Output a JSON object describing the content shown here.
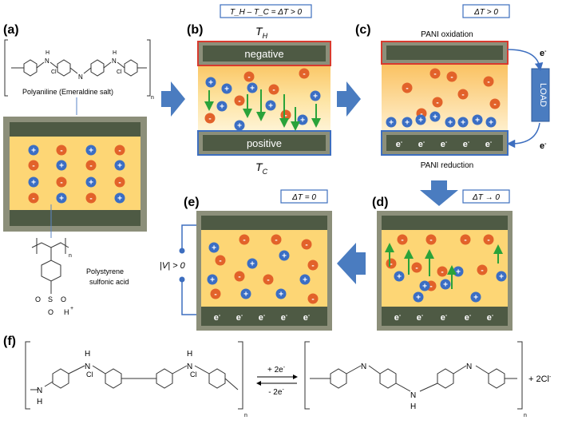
{
  "panel_labels": {
    "a": "(a)",
    "b": "(b)",
    "c": "(c)",
    "d": "(d)",
    "e": "(e)",
    "f": "(f)"
  },
  "panel_a": {
    "polymer_label": "Polyaniline (Emeraldine salt)",
    "pss_label_line1": "Polystyrene",
    "pss_label_line2": "sulfonic acid",
    "cl": "Cl",
    "n": "n",
    "h": "H",
    "nh": "N",
    "so3h_s": "S",
    "so3h_o": "O",
    "oh": "O",
    "hplus": "H",
    "cell_rows": [
      [
        "+",
        "-",
        "+",
        "-"
      ],
      [
        "-",
        "+",
        "-",
        "+"
      ],
      [
        "+",
        "-",
        "+",
        "-"
      ],
      [
        "-",
        "+",
        "-",
        "+"
      ]
    ]
  },
  "panel_b": {
    "condition": "T_H – T_C = ΔT > 0",
    "th": "T",
    "th_sub": "H",
    "tc": "T",
    "tc_sub": "C",
    "top_electrode": "negative",
    "bottom_electrode": "positive"
  },
  "panel_c": {
    "condition": "ΔT > 0",
    "top_text": "PANI oxidation",
    "bottom_text": "PANI reduction",
    "load": "LOAD",
    "electron": "e",
    "electrons_bottom": [
      "e",
      "e",
      "e",
      "e",
      "e"
    ]
  },
  "panel_d": {
    "condition": "ΔT → 0",
    "electrons_bottom": [
      "e",
      "e",
      "e",
      "e",
      "e"
    ]
  },
  "panel_e": {
    "condition": "ΔT = 0",
    "voltage": "|V| > 0",
    "electrons_bottom": [
      "e",
      "e",
      "e",
      "e",
      "e"
    ]
  },
  "panel_f": {
    "forward": "+ 2e",
    "backward": "- 2e",
    "product_extra": "+ 2Cl",
    "n": "n",
    "cl": "Cl",
    "h": "H",
    "nh": "N"
  },
  "colors": {
    "electrolyte": "#fdd675",
    "electrode": "#4e5a44",
    "frame": "#8c8f7a",
    "plus_ion": "#3b6ec4",
    "minus_ion": "#e2622a",
    "red_border": "#d83a2e",
    "blue_border": "#3d6ebf",
    "arrow_blue": "#4a7cc0",
    "green_arrow": "#2aa33a"
  }
}
